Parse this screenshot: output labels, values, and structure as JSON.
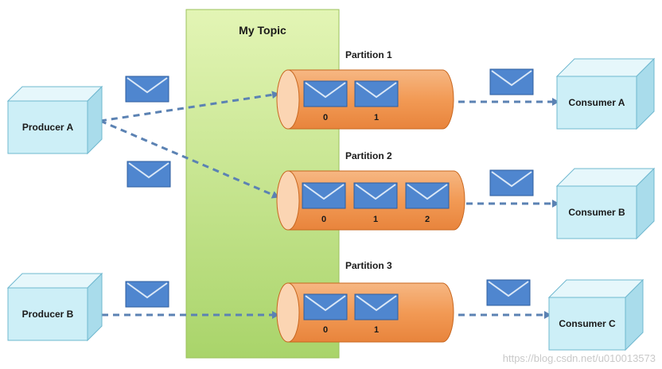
{
  "topic": {
    "title": "My Topic"
  },
  "producers": [
    {
      "label": "Producer A"
    },
    {
      "label": "Producer B"
    }
  ],
  "partitions": [
    {
      "label": "Partition 1",
      "offsets": [
        "0",
        "1"
      ]
    },
    {
      "label": "Partition 2",
      "offsets": [
        "0",
        "1",
        "2"
      ]
    },
    {
      "label": "Partition 3",
      "offsets": [
        "0",
        "1"
      ]
    }
  ],
  "consumers": [
    {
      "label": "Consumer A"
    },
    {
      "label": "Consumer B"
    },
    {
      "label": "Consumer C"
    }
  ],
  "watermark": "https://blog.csdn.net/u010013573",
  "colors": {
    "topic_fill": "#c4e48d",
    "cube_front": "#cdeff7",
    "partition_fill": "#f3a061",
    "envelope": "#4f86cf",
    "arrow": "#5b82b3"
  }
}
